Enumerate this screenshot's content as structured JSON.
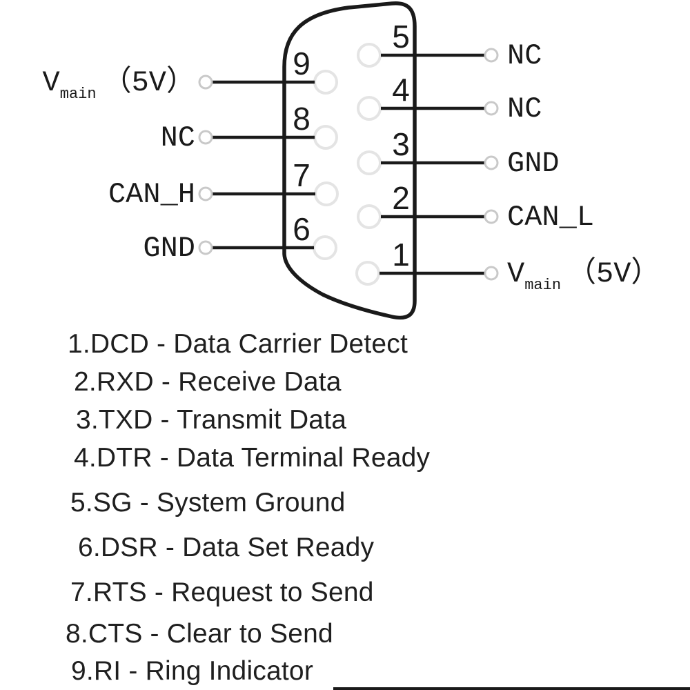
{
  "diagram": {
    "left_pins": [
      {
        "number": "9",
        "label": "V",
        "sub": "main",
        "rest": "（5V）"
      },
      {
        "number": "8",
        "label": "NC",
        "sub": "",
        "rest": ""
      },
      {
        "number": "7",
        "label": "CAN_H",
        "sub": "",
        "rest": ""
      },
      {
        "number": "6",
        "label": "GND",
        "sub": "",
        "rest": ""
      }
    ],
    "right_pins": [
      {
        "number": "5",
        "label": "NC",
        "sub": "",
        "rest": ""
      },
      {
        "number": "4",
        "label": "NC",
        "sub": "",
        "rest": ""
      },
      {
        "number": "3",
        "label": "GND",
        "sub": "",
        "rest": ""
      },
      {
        "number": "2",
        "label": "CAN_L",
        "sub": "",
        "rest": ""
      },
      {
        "number": "1",
        "label": "V",
        "sub": "main",
        "rest": "（5V）"
      }
    ]
  },
  "legend": {
    "items": [
      "1.DCD - Data Carrier Detect",
      "2.RXD - Receive Data",
      "3.TXD - Transmit Data",
      "4.DTR - Data Terminal Ready",
      "5.SG - System Ground",
      "6.DSR - Data Set Ready",
      "7.RTS - Request to Send",
      "8.CTS - Clear to Send",
      "9.RI - Ring Indicator"
    ]
  },
  "colors": {
    "ink": "#1a1a1a",
    "pin_hole": "#e4e4e4",
    "terminal_ring": "#c9c9c9",
    "background": "#ffffff"
  }
}
